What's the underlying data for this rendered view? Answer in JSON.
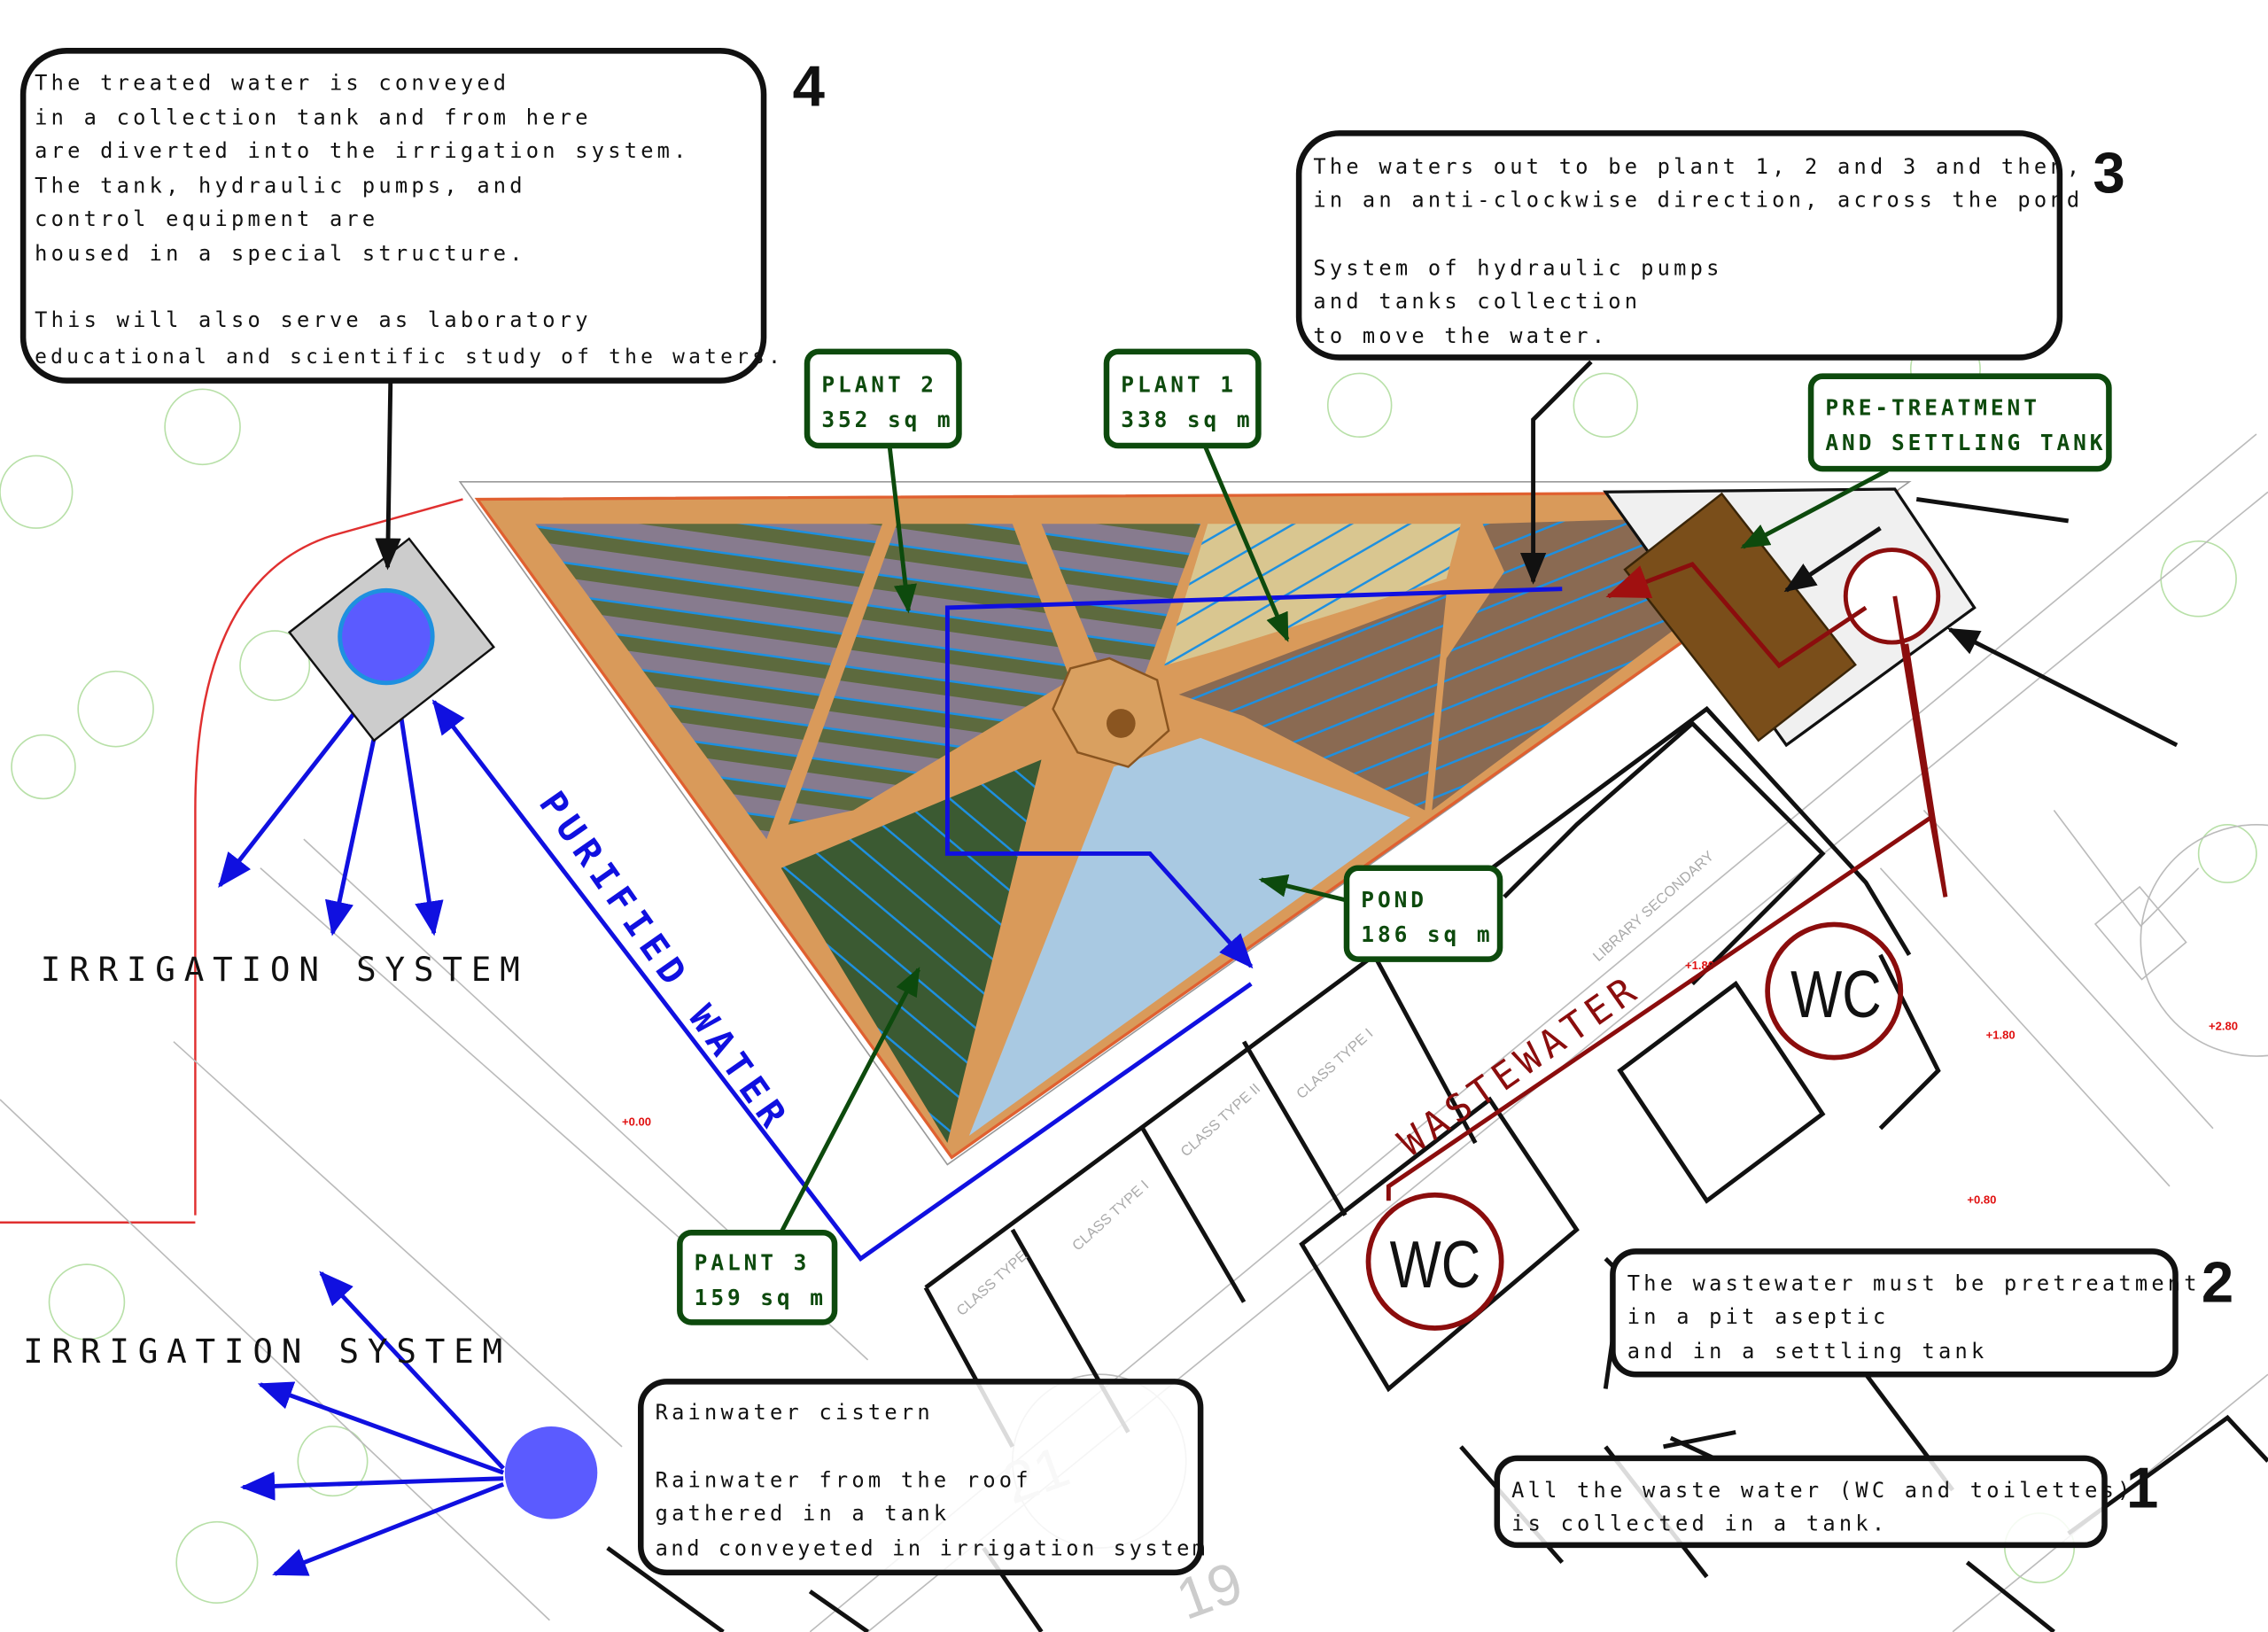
{
  "notes": {
    "step4": {
      "number": "4",
      "lines": [
        "The treated water is conveyed",
        "in a collection tank and from here",
        "are diverted into the irrigation system.",
        "The tank, hydraulic pumps, and",
        "control equipment are",
        "housed in a special structure.",
        "",
        "This will also serve as laboratory",
        "educational and scientific study of the waters."
      ]
    },
    "step3": {
      "number": "3",
      "lines": [
        "The waters out to be plant 1, 2 and 3 and then,",
        "in an anti-clockwise direction, across the pond",
        "",
        "System of hydraulic pumps",
        "and tanks collection",
        "to move the water."
      ]
    },
    "step2": {
      "number": "2",
      "lines": [
        "The wastewater must be pretreatment",
        "in a pit aseptic",
        "and in a settling tank"
      ]
    },
    "step1": {
      "number": "1",
      "lines": [
        "All the waste water (WC and toilettes)",
        "is collected in a tank."
      ]
    },
    "rainwater": {
      "lines": [
        "Rainwater cistern",
        "",
        "Rainwater from the roof",
        "gathered in a tank",
        "and conveyeted in irrigation system"
      ]
    }
  },
  "labels": {
    "plant2": {
      "name": "PLANT 2",
      "area": "352 sq m"
    },
    "plant1": {
      "name": "PLANT 1",
      "area": "338 sq m"
    },
    "plant3": {
      "name": "PALNT 3",
      "area": "159 sq m"
    },
    "pond": {
      "name": "POND",
      "area": "186 sq m"
    },
    "pretreatment": {
      "line1": "PRE-TREATMENT",
      "line2": "AND SETTLING TANK"
    },
    "irrigation_top": "IRRIGATION SYSTEM",
    "irrigation_bottom": "IRRIGATION SYSTEM",
    "purified_water": "PURIFIED WATER",
    "wastewater": "WASTEWATER",
    "wc1": "WC",
    "wc2": "WC"
  },
  "plan_labels": {
    "library": "LIBRARY SECONDARY",
    "class1": "CLASS TYPE I",
    "class2": "CLASS TYPE II",
    "class3": "CLASS TYPE I",
    "class4": "CLASS TYPE",
    "level1": "+0.00",
    "level2": "+1.80",
    "level3": "+2.80",
    "level4": "+0.80",
    "level5": "+1.80",
    "stair1": "21",
    "stair2": "19"
  },
  "colors": {
    "purified": "#1010e0",
    "wastewater": "#8b0d0d",
    "label_green": "#0d4a0d",
    "tank_blue": "#5b5bff"
  }
}
